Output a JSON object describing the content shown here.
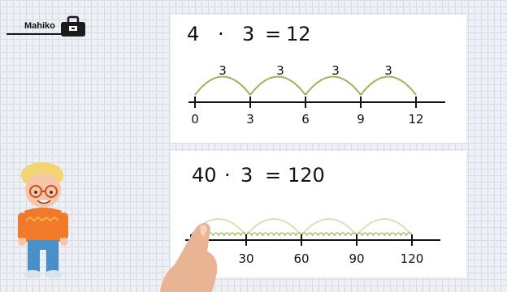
{
  "brand": {
    "name": "Mahiko"
  },
  "top_panel": {
    "equation": {
      "a": "4",
      "op": "·",
      "b": "3",
      "eq": "=",
      "result": "12"
    },
    "jump_labels": [
      "3",
      "3",
      "3",
      "3"
    ],
    "ticks": [
      "0",
      "3",
      "6",
      "9",
      "12"
    ]
  },
  "bottom_panel": {
    "equation": {
      "a": "40",
      "op": "·",
      "b": "3",
      "eq": "=",
      "result": "120"
    },
    "ticks": [
      "30",
      "60",
      "90",
      "120"
    ]
  },
  "colors": {
    "arc": "#9ab55a",
    "arc_faint": "#d6e3b2",
    "line": "#111111"
  }
}
